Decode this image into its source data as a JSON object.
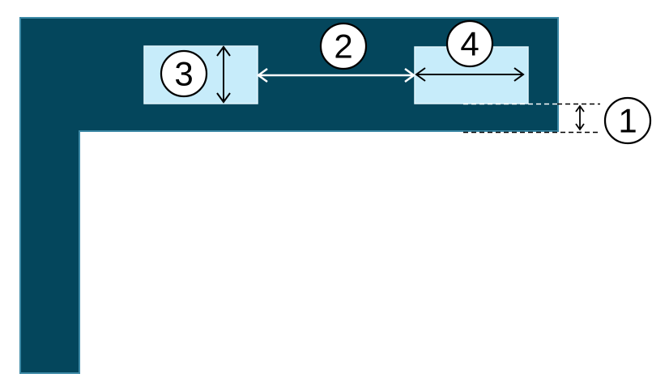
{
  "colors": {
    "wall_fill": "#04465C",
    "wall_border": "#3D89A6",
    "box_fill": "#C7ECFA",
    "box_border": "#E2F5FD",
    "arrow_white": "#FFFFFF",
    "arrow_black": "#000000",
    "dash_black": "#000000",
    "dash_white": "#FFFFFF",
    "callout_fill": "#FFFFFF",
    "callout_border": "#000000"
  },
  "callouts": [
    "1",
    "2",
    "3",
    "4"
  ]
}
